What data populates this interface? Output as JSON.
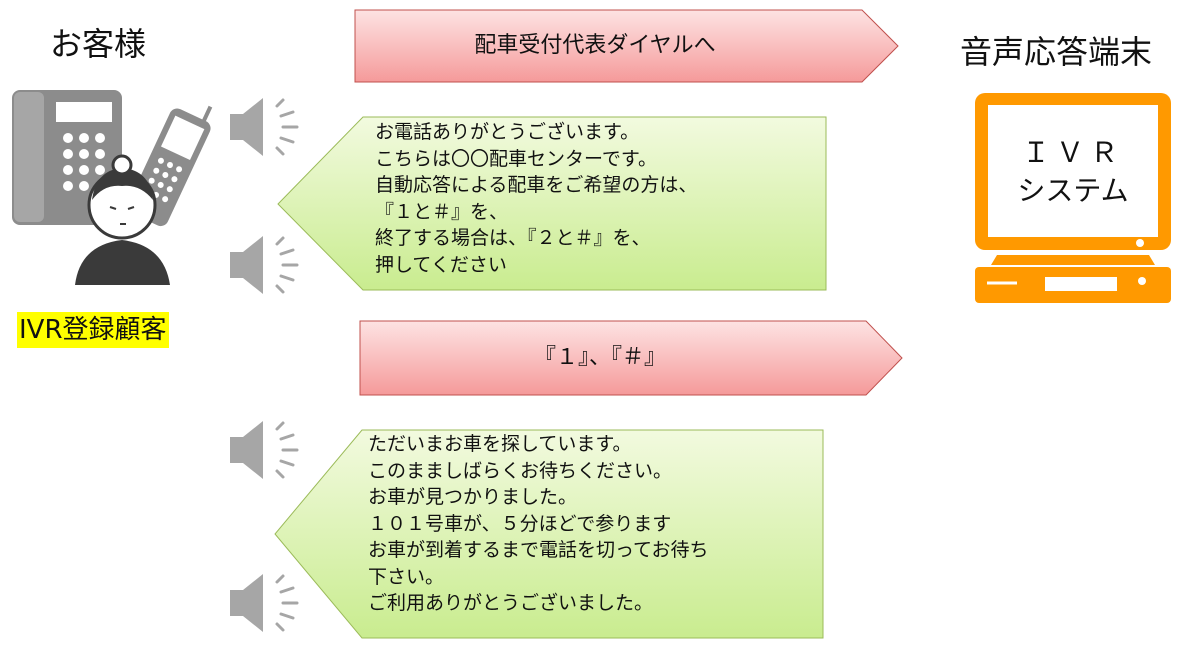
{
  "left_title": "お客様",
  "right_title": "音声応答端末",
  "customer_label": "IVR登録顧客",
  "terminal": {
    "line1": "ＩＶＲ",
    "line2": "システム"
  },
  "arrows": [
    {
      "text": "配車受付代表ダイヤルへ"
    },
    {
      "text": "『１』、『＃』"
    }
  ],
  "messages": [
    {
      "lines": [
        "お電話ありがとうございます。",
        "こちらは〇〇配車センターです。",
        "自動応答による配車をご希望の方は、",
        "『１と＃』を、",
        "終了する場合は、『２と＃』を、",
        "押してください"
      ]
    },
    {
      "lines": [
        "ただいまお車を探しています。",
        "このまましばらくお待ちください。",
        "お車が見つかりました。",
        "１０１号車が、５分ほどで参ります",
        "お車が到着するまで電話を切ってお待ち",
        "下さい。",
        "ご利用ありがとうございました。"
      ]
    }
  ],
  "colors": {
    "arrow_fill_top": "#fde3e3",
    "arrow_fill_bottom": "#f59a9a",
    "arrow_stroke": "#c0504d",
    "callout_fill_top": "#f2fadf",
    "callout_fill_bottom": "#c9ec8f",
    "callout_stroke": "#9bbb59",
    "terminal": "#ff9900",
    "phone": "#8c8c8c",
    "speaker": "#a6a6a6",
    "highlight": "#ffff00"
  }
}
